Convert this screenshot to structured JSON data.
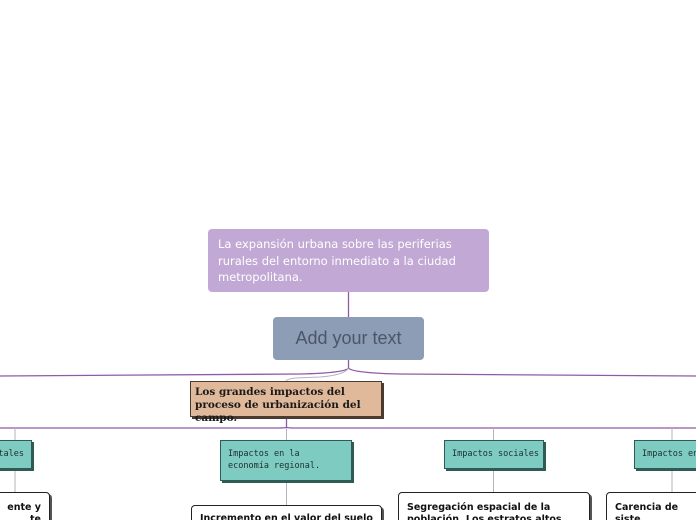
{
  "map": {
    "main_topic": "La expansión urbana sobre las periferias rurales del entorno inmediato a la ciudad metropolitana.",
    "central_node": "Add your text",
    "impact_header": "Los grandes impactos del proceso de urbanización del campo.",
    "categories": [
      {
        "label": "tales"
      },
      {
        "label": "Impactos en la economía regional."
      },
      {
        "label": "Impactos sociales"
      },
      {
        "label": "Impactos en"
      }
    ],
    "leaves": [
      {
        "text": "ente y\nte"
      },
      {
        "text": "Incremento en el valor del suelo"
      },
      {
        "text": "Segregación espacial de la población. Los estratos altos"
      },
      {
        "text": "Carencia de siste\ntransporte colec"
      }
    ]
  },
  "colors": {
    "main_topic_bg": "#c2a8d4",
    "central_bg": "#8c9db5",
    "impact_header_bg": "#e0b89a",
    "category_bg": "#7ecbc2",
    "connector_purple": "#8e5ba6",
    "connector_gray": "#b9b0c2"
  }
}
